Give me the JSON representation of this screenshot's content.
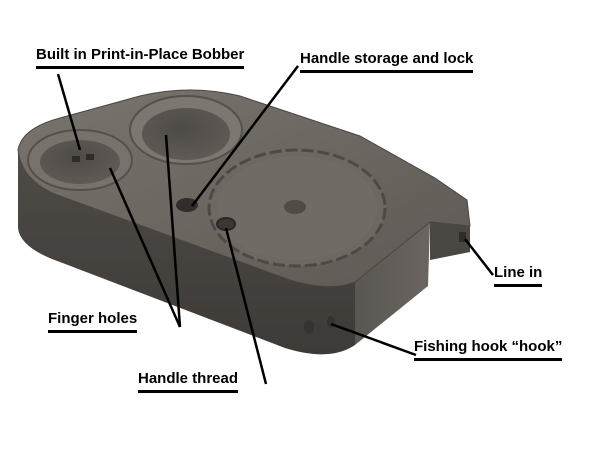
{
  "callouts": {
    "bobber": "Built in Print-in-Place Bobber",
    "handle_storage": "Handle storage and lock",
    "line_in": "Line in",
    "finger_holes": "Finger holes",
    "fishing_hook": "Fishing hook “hook”",
    "handle_thread": "Handle thread"
  },
  "colors": {
    "body_top": "#6c6660",
    "body_side": "#56514c",
    "leader": "#000000"
  }
}
